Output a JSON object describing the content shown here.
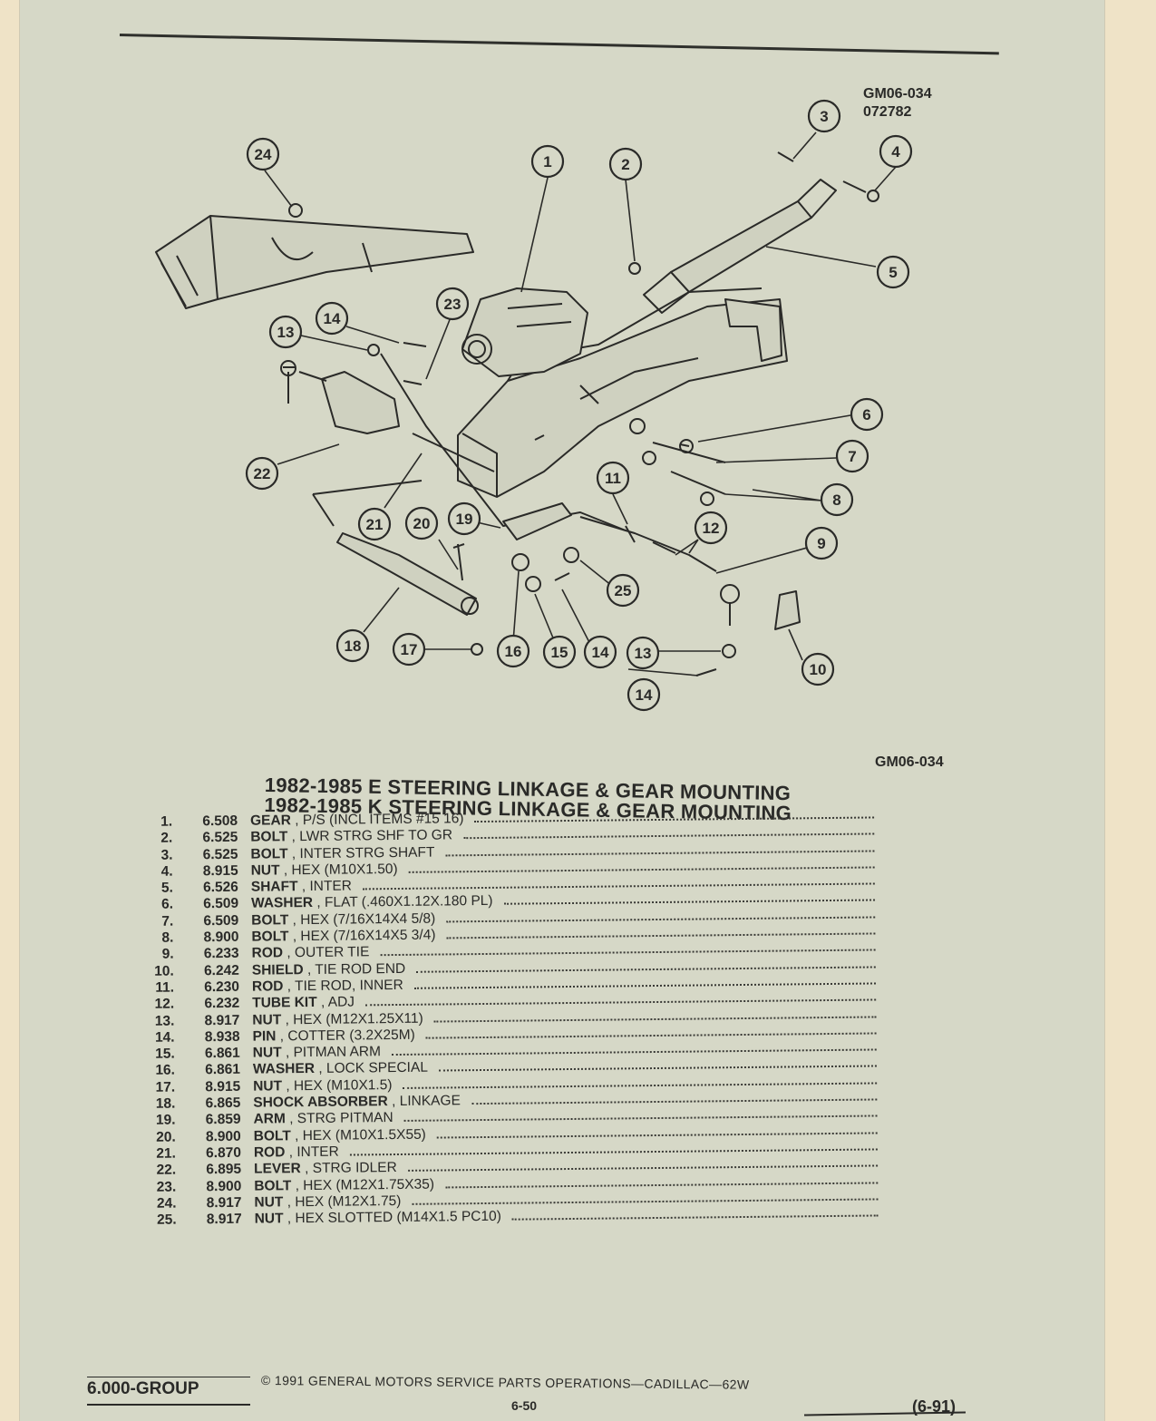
{
  "figure": {
    "code": "GM06-034",
    "date_code": "072782",
    "code_bottom": "GM06-034",
    "callouts": [
      "1",
      "2",
      "3",
      "4",
      "5",
      "6",
      "7",
      "8",
      "9",
      "10",
      "11",
      "12",
      "13",
      "14",
      "15",
      "16",
      "17",
      "18",
      "19",
      "20",
      "21",
      "22",
      "23",
      "24",
      "25"
    ]
  },
  "titles": [
    "1982-1985 E STEERING LINKAGE & GEAR MOUNTING",
    "1982-1985 K STEERING LINKAGE & GEAR MOUNTING"
  ],
  "parts": [
    {
      "num": "1.",
      "code": "6.508",
      "name": "GEAR",
      "desc": " , P/S (INCL ITEMS #15 16)"
    },
    {
      "num": "2.",
      "code": "6.525",
      "name": "BOLT",
      "desc": " , LWR STRG SHF TO GR"
    },
    {
      "num": "3.",
      "code": "6.525",
      "name": "BOLT",
      "desc": " , INTER STRG SHAFT"
    },
    {
      "num": "4.",
      "code": "8.915",
      "name": "NUT",
      "desc": " , HEX (M10X1.50)"
    },
    {
      "num": "5.",
      "code": "6.526",
      "name": "SHAFT",
      "desc": " , INTER"
    },
    {
      "num": "6.",
      "code": "6.509",
      "name": "WASHER",
      "desc": " , FLAT (.460X1.12X.180 PL)"
    },
    {
      "num": "7.",
      "code": "6.509",
      "name": "BOLT",
      "desc": " , HEX (7/16X14X4 5/8)"
    },
    {
      "num": "8.",
      "code": "8.900",
      "name": "BOLT",
      "desc": " , HEX (7/16X14X5 3/4)"
    },
    {
      "num": "9.",
      "code": "6.233",
      "name": "ROD",
      "desc": " , OUTER TIE"
    },
    {
      "num": "10.",
      "code": "6.242",
      "name": "SHIELD",
      "desc": " , TIE ROD END"
    },
    {
      "num": "11.",
      "code": "6.230",
      "name": "ROD",
      "desc": " , TIE ROD, INNER"
    },
    {
      "num": "12.",
      "code": "6.232",
      "name": "TUBE KIT",
      "desc": " , ADJ"
    },
    {
      "num": "13.",
      "code": "8.917",
      "name": "NUT",
      "desc": " , HEX (M12X1.25X11)"
    },
    {
      "num": "14.",
      "code": "8.938",
      "name": "PIN",
      "desc": " , COTTER (3.2X25M)"
    },
    {
      "num": "15.",
      "code": "6.861",
      "name": "NUT",
      "desc": " , PITMAN ARM"
    },
    {
      "num": "16.",
      "code": "6.861",
      "name": "WASHER",
      "desc": " , LOCK SPECIAL"
    },
    {
      "num": "17.",
      "code": "8.915",
      "name": "NUT",
      "desc": " , HEX (M10X1.5)"
    },
    {
      "num": "18.",
      "code": "6.865",
      "name": "SHOCK ABSORBER",
      "desc": " , LINKAGE"
    },
    {
      "num": "19.",
      "code": "6.859",
      "name": "ARM",
      "desc": " , STRG PITMAN"
    },
    {
      "num": "20.",
      "code": "8.900",
      "name": "BOLT",
      "desc": " , HEX (M10X1.5X55)"
    },
    {
      "num": "21.",
      "code": "6.870",
      "name": "ROD",
      "desc": " , INTER"
    },
    {
      "num": "22.",
      "code": "6.895",
      "name": "LEVER",
      "desc": " , STRG IDLER"
    },
    {
      "num": "23.",
      "code": "8.900",
      "name": "BOLT",
      "desc": " , HEX (M12X1.75X35)"
    },
    {
      "num": "24.",
      "code": "8.917",
      "name": "NUT",
      "desc": " , HEX (M12X1.75)"
    },
    {
      "num": "25.",
      "code": "8.917",
      "name": "NUT",
      "desc": " , HEX SLOTTED (M14X1.5 PC10)"
    }
  ],
  "footer": {
    "group": "6.000-GROUP",
    "copyright": "©  1991  GENERAL MOTORS SERVICE PARTS OPERATIONS—CADILLAC—62W",
    "page": "6-50",
    "date": "(6-91)"
  }
}
